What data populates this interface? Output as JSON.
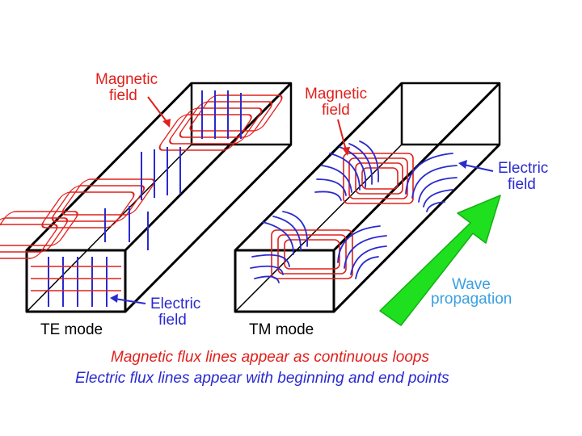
{
  "colors": {
    "background": "#ffffff",
    "outline": "#000000",
    "magnetic": "#e0201c",
    "electric": "#2a2ad0",
    "arrow_fill": "#1fe01f",
    "wave_text": "#3aa0e0",
    "caption_magnetic": "#e0201c",
    "caption_electric": "#2a2ad0"
  },
  "te": {
    "magnetic_label": [
      "Magnetic",
      "field"
    ],
    "electric_label": [
      "Electric",
      "field"
    ],
    "mode_label": "TE mode"
  },
  "tm": {
    "magnetic_label": [
      "Magnetic",
      "field"
    ],
    "electric_label": [
      "Electric",
      "field"
    ],
    "mode_label": "TM mode"
  },
  "wave": {
    "label": [
      "Wave",
      "propagation"
    ]
  },
  "captions": {
    "magnetic": "Magnetic flux lines appear as continuous loops",
    "electric": "Electric flux lines appear with beginning and end points"
  },
  "icons": [
    "wave-propagation-arrow-icon"
  ]
}
